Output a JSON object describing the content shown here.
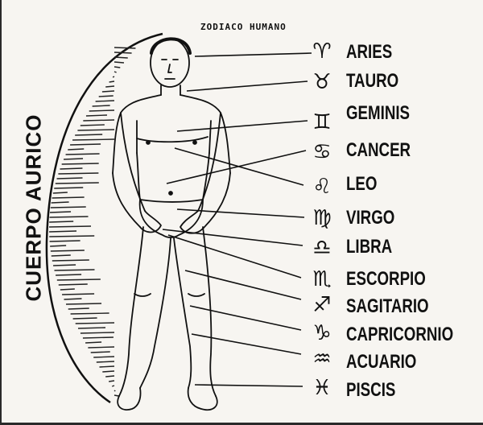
{
  "title": "ZODIACO HUMANO",
  "aura_label": "CUERPO AURICO",
  "signs": [
    {
      "symbol": "♈",
      "name": "ARIES"
    },
    {
      "symbol": "♉",
      "name": "TAURO"
    },
    {
      "symbol": "♊",
      "name": "GEMINIS"
    },
    {
      "symbol": "♋",
      "name": "CANCER"
    },
    {
      "symbol": "♌",
      "name": "LEO"
    },
    {
      "symbol": "♍",
      "name": "VIRGO"
    },
    {
      "symbol": "♎",
      "name": "LIBRA"
    },
    {
      "symbol": "♏",
      "name": "ESCORPIO"
    },
    {
      "symbol": "♐",
      "name": "SAGITARIO"
    },
    {
      "symbol": "♑",
      "name": "CAPRICORNIO"
    },
    {
      "symbol": "♒",
      "name": "ACUARIO"
    },
    {
      "symbol": "♓",
      "name": "PISCIS"
    }
  ]
}
